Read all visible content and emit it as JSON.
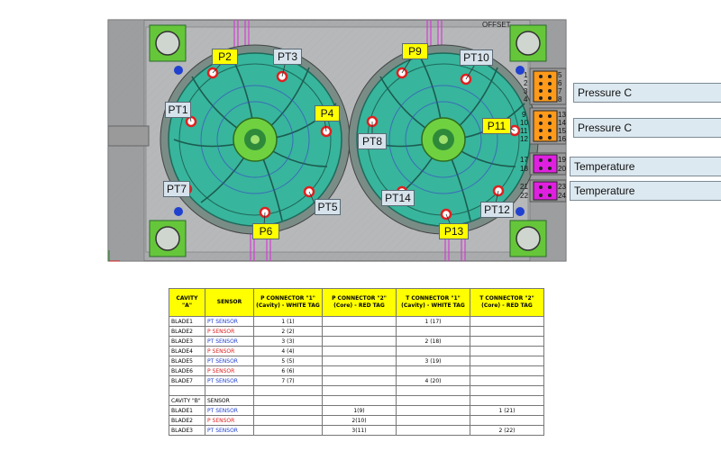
{
  "diagram": {
    "offset_text": "OFFSET",
    "labels": {
      "p2": "P2",
      "pt3": "PT3",
      "pt1": "PT1",
      "p4": "P4",
      "pt7": "PT7",
      "pt5": "PT5",
      "p6": "P6",
      "p9": "P9",
      "pt10": "PT10",
      "pt8": "PT8",
      "p11": "P11",
      "pt14": "PT14",
      "pt12": "PT12",
      "p13": "P13"
    },
    "right_labels": [
      "Pressure C",
      "Pressure C",
      "Temperature",
      "Temperature"
    ],
    "connector_pins": {
      "left": [
        "1",
        "2",
        "3",
        "4",
        "9",
        "10",
        "11",
        "12",
        "17",
        "18",
        "21",
        "22"
      ],
      "right": [
        "5",
        "6",
        "7",
        "8",
        "13",
        "14",
        "15",
        "16",
        "19",
        "20",
        "23",
        "24"
      ]
    },
    "colors": {
      "p_label": "#ffff00",
      "pt_label": "#d7e3ec",
      "housing": "#2fb19a",
      "pressure_block": "#ff9a1a",
      "temperature_block": "#e020e0"
    }
  },
  "table": {
    "headers": [
      "CAVITY \"A\"",
      "SENSOR",
      "P CONNECTOR \"1\"(Cavity) - WHITE TAG",
      "P CONNECTOR \"2\"(Core) - RED TAG",
      "T CONNECTOR \"1\"(Cavity) - WHITE TAG",
      "T CONNECTOR \"2\"(Core) - RED TAG"
    ],
    "rows": [
      [
        "BLADE1",
        "PT SENSOR",
        "1 (1)",
        "",
        "1 (17)",
        ""
      ],
      [
        "BLADE2",
        "P SENSOR",
        "2 (2)",
        "",
        "",
        ""
      ],
      [
        "BLADE3",
        "PT SENSOR",
        "3 (3)",
        "",
        "2 (18)",
        ""
      ],
      [
        "BLADE4",
        "P SENSOR",
        "4 (4)",
        "",
        "",
        ""
      ],
      [
        "BLADE5",
        "PT SENSOR",
        "5 (5)",
        "",
        "3 (19)",
        ""
      ],
      [
        "BLADE6",
        "P SENSOR",
        "6 (6)",
        "",
        "",
        ""
      ],
      [
        "BLADE7",
        "PT SENSOR",
        "7 (7)",
        "",
        "4 (20)",
        ""
      ],
      [
        "",
        "",
        "",
        "",
        "",
        ""
      ],
      [
        "CAVITY \"B\"",
        "SENSOR",
        "",
        "",
        "",
        ""
      ],
      [
        "BLADE1",
        "PT SENSOR",
        "",
        "1(9)",
        "",
        "1 (21)"
      ],
      [
        "BLADE2",
        "P SENSOR",
        "",
        "2(10)",
        "",
        ""
      ],
      [
        "BLADE3",
        "PT SENSOR",
        "",
        "3(11)",
        "",
        "2 (22)"
      ]
    ]
  }
}
